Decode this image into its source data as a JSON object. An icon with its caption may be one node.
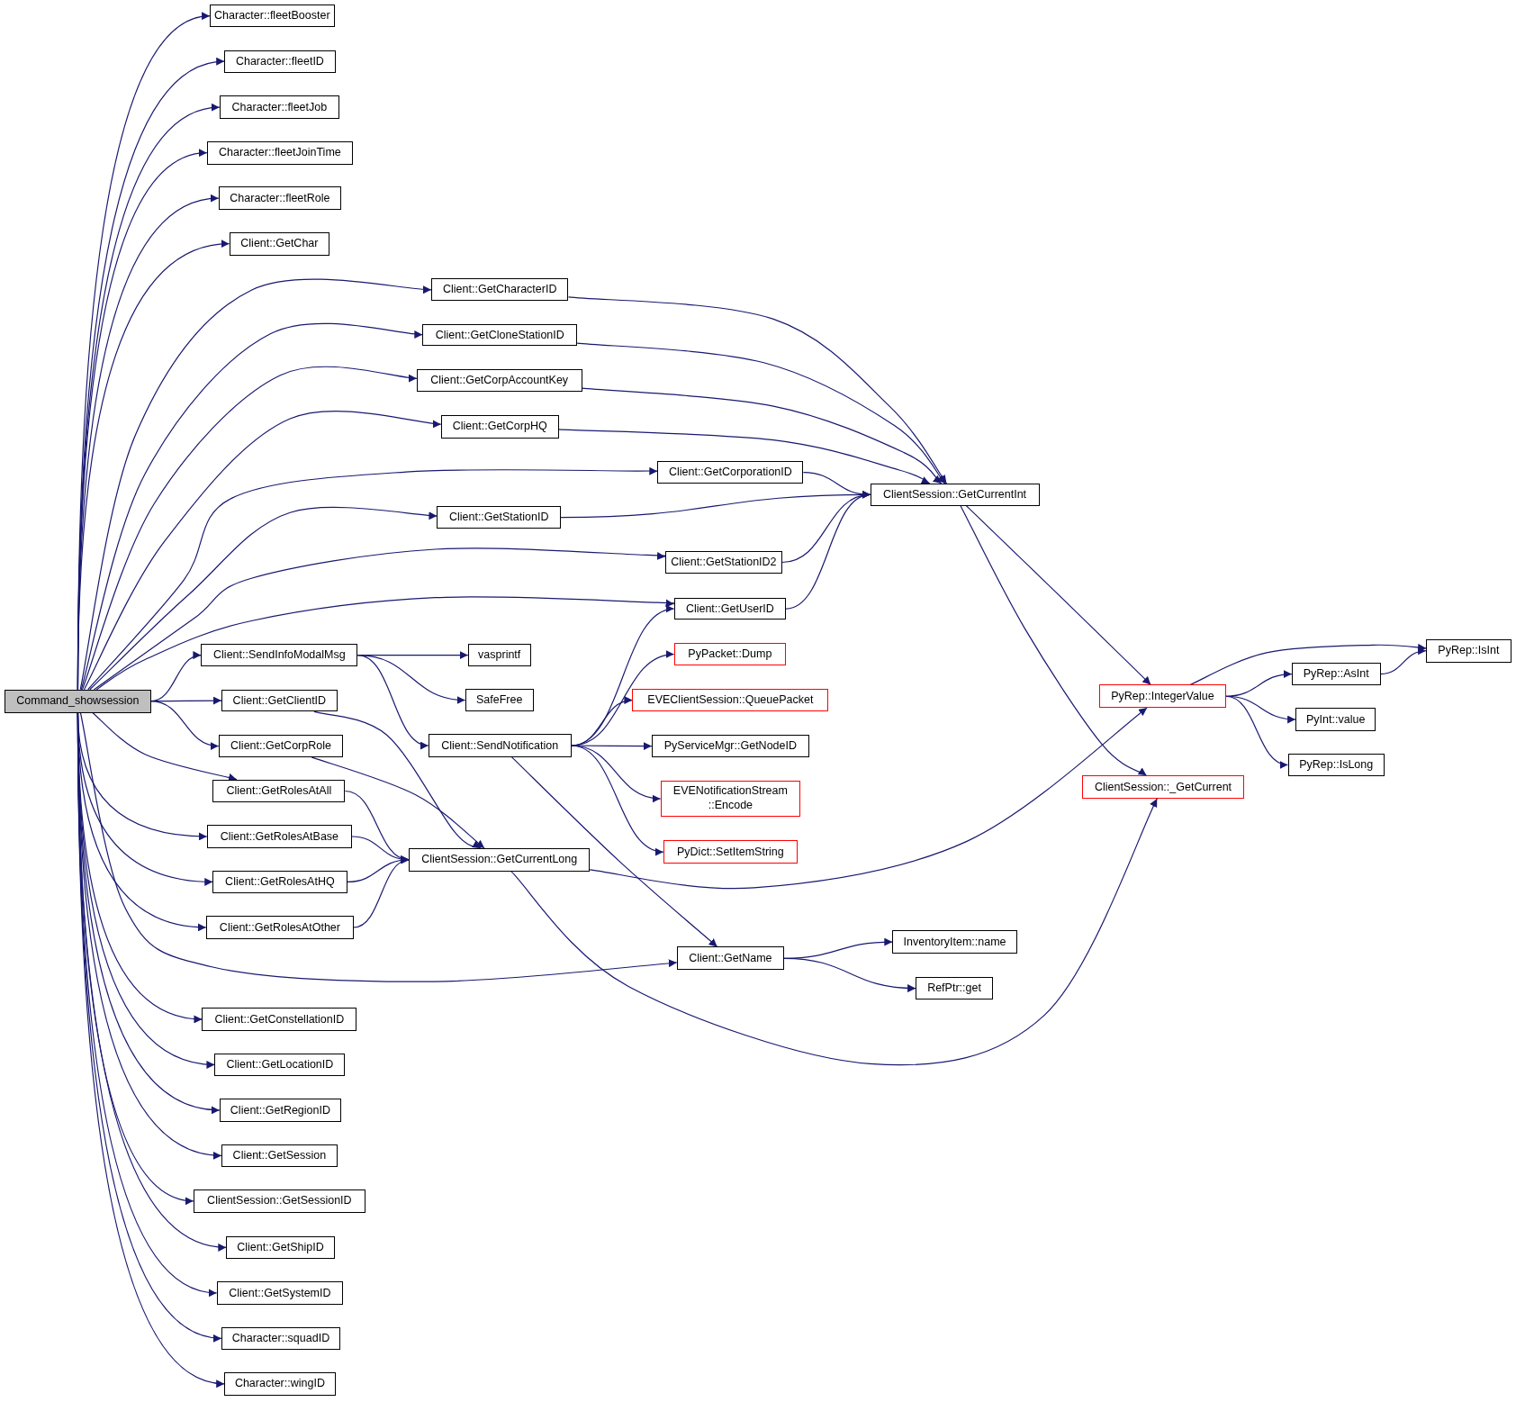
{
  "diagram": {
    "nodes": [
      {
        "text": [
          "Command_showsession"
        ]
      },
      {
        "text": [
          "Character::fleetBooster"
        ]
      },
      {
        "text": [
          "Character::fleetID"
        ]
      },
      {
        "text": [
          "Character::fleetJob"
        ]
      },
      {
        "text": [
          "Character::fleetJoinTime"
        ]
      },
      {
        "text": [
          "Character::fleetRole"
        ]
      },
      {
        "text": [
          "Client::GetChar"
        ]
      },
      {
        "text": [
          "Client::GetCharacterID"
        ]
      },
      {
        "text": [
          "Client::GetCloneStationID"
        ]
      },
      {
        "text": [
          "Client::GetCorpAccountKey"
        ]
      },
      {
        "text": [
          "Client::GetCorpHQ"
        ]
      },
      {
        "text": [
          "Client::GetCorporationID"
        ]
      },
      {
        "text": [
          "Client::GetStationID"
        ]
      },
      {
        "text": [
          "Client::GetStationID2"
        ]
      },
      {
        "text": [
          "Client::GetUserID"
        ]
      },
      {
        "text": [
          "ClientSession::GetCurrentInt"
        ]
      },
      {
        "text": [
          "Client::SendInfoModalMsg"
        ]
      },
      {
        "text": [
          "vasprintf"
        ]
      },
      {
        "text": [
          "SafeFree"
        ]
      },
      {
        "text": [
          "Client::SendNotification"
        ]
      },
      {
        "text": [
          "PyPacket::Dump"
        ]
      },
      {
        "text": [
          "EVEClientSession::QueuePacket"
        ]
      },
      {
        "text": [
          "PyServiceMgr::GetNodeID"
        ]
      },
      {
        "text": [
          "EVENotificationStream ::Encode"
        ]
      },
      {
        "text": [
          "PyDict::SetItemString"
        ]
      },
      {
        "text": [
          "Client::GetClientID"
        ]
      },
      {
        "text": [
          "Client::GetCorpRole"
        ]
      },
      {
        "text": [
          "Client::GetRolesAtAll"
        ]
      },
      {
        "text": [
          "Client::GetRolesAtBase"
        ]
      },
      {
        "text": [
          "Client::GetRolesAtHQ"
        ]
      },
      {
        "text": [
          "Client::GetRolesAtOther"
        ]
      },
      {
        "text": [
          "ClientSession::GetCurrentLong"
        ]
      },
      {
        "text": [
          "PyRep::IntegerValue"
        ]
      },
      {
        "text": [
          "ClientSession::_GetCurrent"
        ]
      },
      {
        "text": [
          "PyRep::IsInt"
        ]
      },
      {
        "text": [
          "PyRep::AsInt"
        ]
      },
      {
        "text": [
          "PyInt::value"
        ]
      },
      {
        "text": [
          "PyRep::IsLong"
        ]
      },
      {
        "text": [
          "Client::GetName"
        ]
      },
      {
        "text": [
          "InventoryItem::name"
        ]
      },
      {
        "text": [
          "RefPtr::get"
        ]
      },
      {
        "text": [
          "Client::GetConstellationID"
        ]
      },
      {
        "text": [
          "Client::GetLocationID"
        ]
      },
      {
        "text": [
          "Client::GetRegionID"
        ]
      },
      {
        "text": [
          "Client::GetSession"
        ]
      },
      {
        "text": [
          "ClientSession::GetSessionID"
        ]
      },
      {
        "text": [
          "Client::GetShipID"
        ]
      },
      {
        "text": [
          "Client::GetSystemID"
        ]
      },
      {
        "text": [
          "Character::squadID"
        ]
      },
      {
        "text": [
          "Character::wingID"
        ]
      }
    ],
    "edges": [
      {
        "from": 0,
        "to": 1,
        "arrow": "to"
      },
      {
        "from": 0,
        "to": 2,
        "arrow": "to"
      },
      {
        "from": 0,
        "to": 3,
        "arrow": "to"
      },
      {
        "from": 0,
        "to": 4,
        "arrow": "to"
      },
      {
        "from": 0,
        "to": 5,
        "arrow": "to"
      },
      {
        "from": 0,
        "to": 6,
        "arrow": "to"
      },
      {
        "from": 0,
        "to": 7,
        "arrow": "to"
      },
      {
        "from": 0,
        "to": 8,
        "arrow": "to"
      },
      {
        "from": 0,
        "to": 9,
        "arrow": "to"
      },
      {
        "from": 0,
        "to": 10,
        "arrow": "to"
      },
      {
        "from": 0,
        "to": 11,
        "arrow": "to"
      },
      {
        "from": 0,
        "to": 12,
        "arrow": "to"
      },
      {
        "from": 0,
        "to": 13,
        "arrow": "to"
      },
      {
        "from": 0,
        "to": 14,
        "arrow": "to"
      },
      {
        "from": 0,
        "to": 16,
        "arrow": "to"
      },
      {
        "from": 0,
        "to": 25,
        "arrow": "to"
      },
      {
        "from": 0,
        "to": 26,
        "arrow": "to"
      },
      {
        "from": 0,
        "to": 27,
        "arrow": "to"
      },
      {
        "from": 0,
        "to": 28,
        "arrow": "to"
      },
      {
        "from": 0,
        "to": 29,
        "arrow": "to"
      },
      {
        "from": 0,
        "to": 30,
        "arrow": "to"
      },
      {
        "from": 0,
        "to": 38,
        "arrow": "to"
      },
      {
        "from": 0,
        "to": 41,
        "arrow": "to"
      },
      {
        "from": 0,
        "to": 42,
        "arrow": "to"
      },
      {
        "from": 0,
        "to": 43,
        "arrow": "to"
      },
      {
        "from": 0,
        "to": 44,
        "arrow": "to"
      },
      {
        "from": 0,
        "to": 45,
        "arrow": "to"
      },
      {
        "from": 0,
        "to": 46,
        "arrow": "to"
      },
      {
        "from": 0,
        "to": 47,
        "arrow": "to"
      },
      {
        "from": 0,
        "to": 48,
        "arrow": "to"
      },
      {
        "from": 0,
        "to": 49,
        "arrow": "to"
      },
      {
        "from": 7,
        "to": 15,
        "arrow": "to"
      },
      {
        "from": 8,
        "to": 15,
        "arrow": "to"
      },
      {
        "from": 9,
        "to": 15,
        "arrow": "to"
      },
      {
        "from": 10,
        "to": 15,
        "arrow": "to"
      },
      {
        "from": 11,
        "to": 15,
        "arrow": "to"
      },
      {
        "from": 12,
        "to": 15,
        "arrow": "to"
      },
      {
        "from": 13,
        "to": 15,
        "arrow": "to"
      },
      {
        "from": 14,
        "to": 15,
        "arrow": "to"
      },
      {
        "from": 15,
        "to": 32,
        "arrow": "to"
      },
      {
        "from": 15,
        "to": 33,
        "arrow": "to"
      },
      {
        "from": 16,
        "to": 17,
        "arrow": "to"
      },
      {
        "from": 16,
        "to": 18,
        "arrow": "to"
      },
      {
        "from": 16,
        "to": 19,
        "arrow": "to"
      },
      {
        "from": 19,
        "to": 14,
        "arrow": "to"
      },
      {
        "from": 19,
        "to": 20,
        "arrow": "to"
      },
      {
        "from": 19,
        "to": 21,
        "arrow": "to"
      },
      {
        "from": 19,
        "to": 22,
        "arrow": "to"
      },
      {
        "from": 19,
        "to": 23,
        "arrow": "to"
      },
      {
        "from": 19,
        "to": 24,
        "arrow": "to"
      },
      {
        "from": 19,
        "to": 38,
        "arrow": "to"
      },
      {
        "from": 25,
        "to": 31,
        "arrow": "to"
      },
      {
        "from": 26,
        "to": 31,
        "arrow": "to"
      },
      {
        "from": 27,
        "to": 31,
        "arrow": "to"
      },
      {
        "from": 28,
        "to": 31,
        "arrow": "to"
      },
      {
        "from": 29,
        "to": 31,
        "arrow": "to"
      },
      {
        "from": 30,
        "to": 31,
        "arrow": "to"
      },
      {
        "from": 31,
        "to": 32,
        "arrow": "to"
      },
      {
        "from": 31,
        "to": 33,
        "arrow": "to"
      },
      {
        "from": 32,
        "to": 34,
        "arrow": "to"
      },
      {
        "from": 32,
        "to": 35,
        "arrow": "to"
      },
      {
        "from": 32,
        "to": 36,
        "arrow": "to"
      },
      {
        "from": 32,
        "to": 37,
        "arrow": "to"
      },
      {
        "from": 35,
        "to": 34,
        "arrow": "to"
      },
      {
        "from": 38,
        "to": 39,
        "arrow": "to"
      },
      {
        "from": 38,
        "to": 40,
        "arrow": "to"
      }
    ]
  }
}
